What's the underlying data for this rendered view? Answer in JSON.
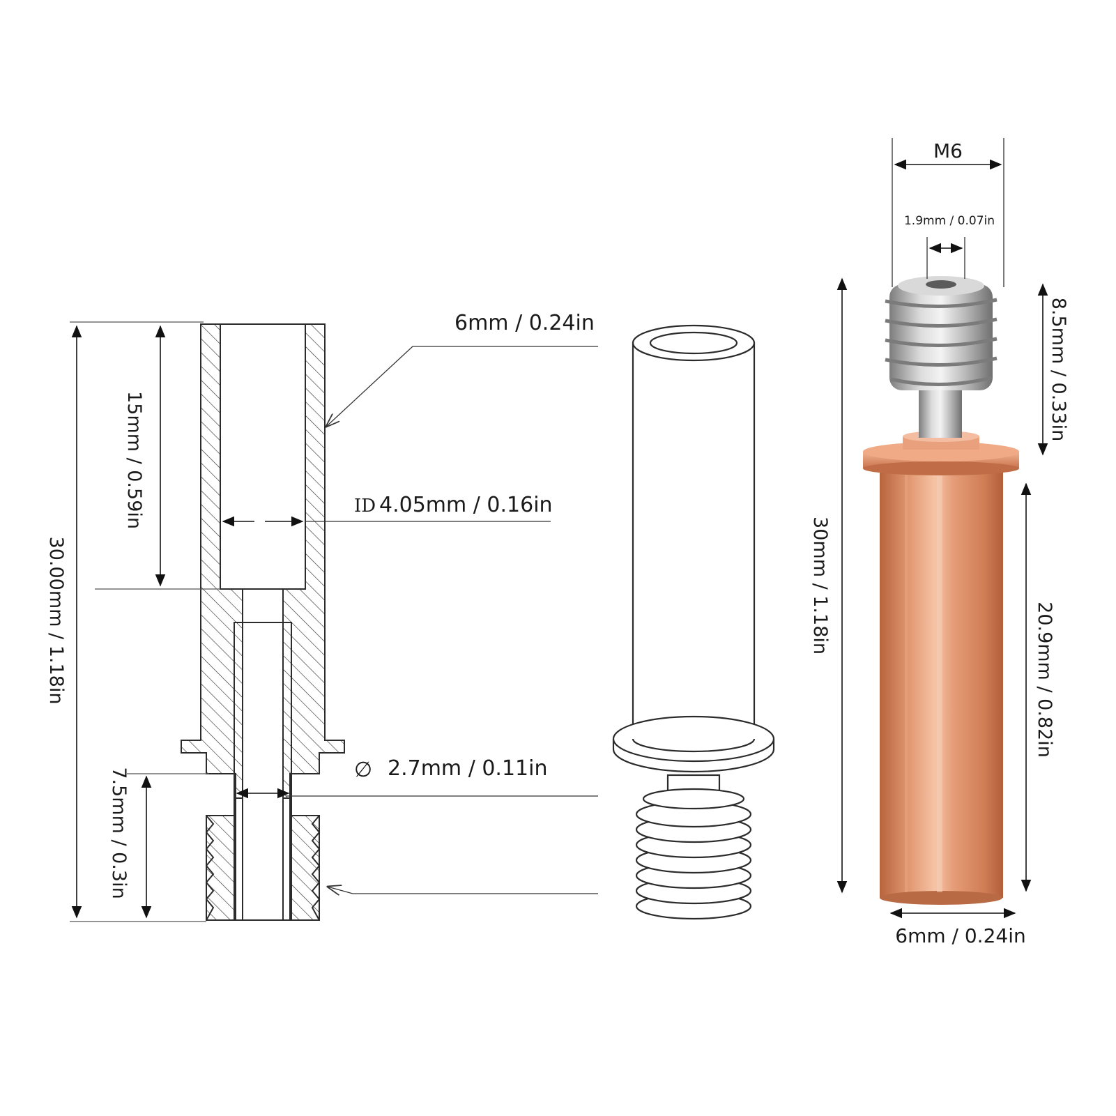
{
  "cross_section": {
    "total_length": "30.00mm / 1.18in",
    "bore_depth": "15mm / 0.59in",
    "thread_length": "7.5mm / 0.3in",
    "outer_diameter": "6mm / 0.24in",
    "inner_diameter_prefix": "ID",
    "inner_diameter": "4.05mm / 0.16in",
    "small_bore_symbol": "∅",
    "small_bore": "2.7mm / 0.11in"
  },
  "product": {
    "thread_size": "M6",
    "hole_diameter": "1.9mm / 0.07in",
    "thread_length": "8.5mm / 0.33in",
    "total_length": "30mm / 1.18in",
    "copper_length": "20.9mm / 0.82in",
    "outer_diameter": "6mm / 0.24in"
  },
  "colors": {
    "line": "#2b2b2b",
    "copper_dark": "#c8724a",
    "copper_light": "#f2b493",
    "steel_dark": "#8e8e8e",
    "steel_light": "#e6e6e6"
  }
}
